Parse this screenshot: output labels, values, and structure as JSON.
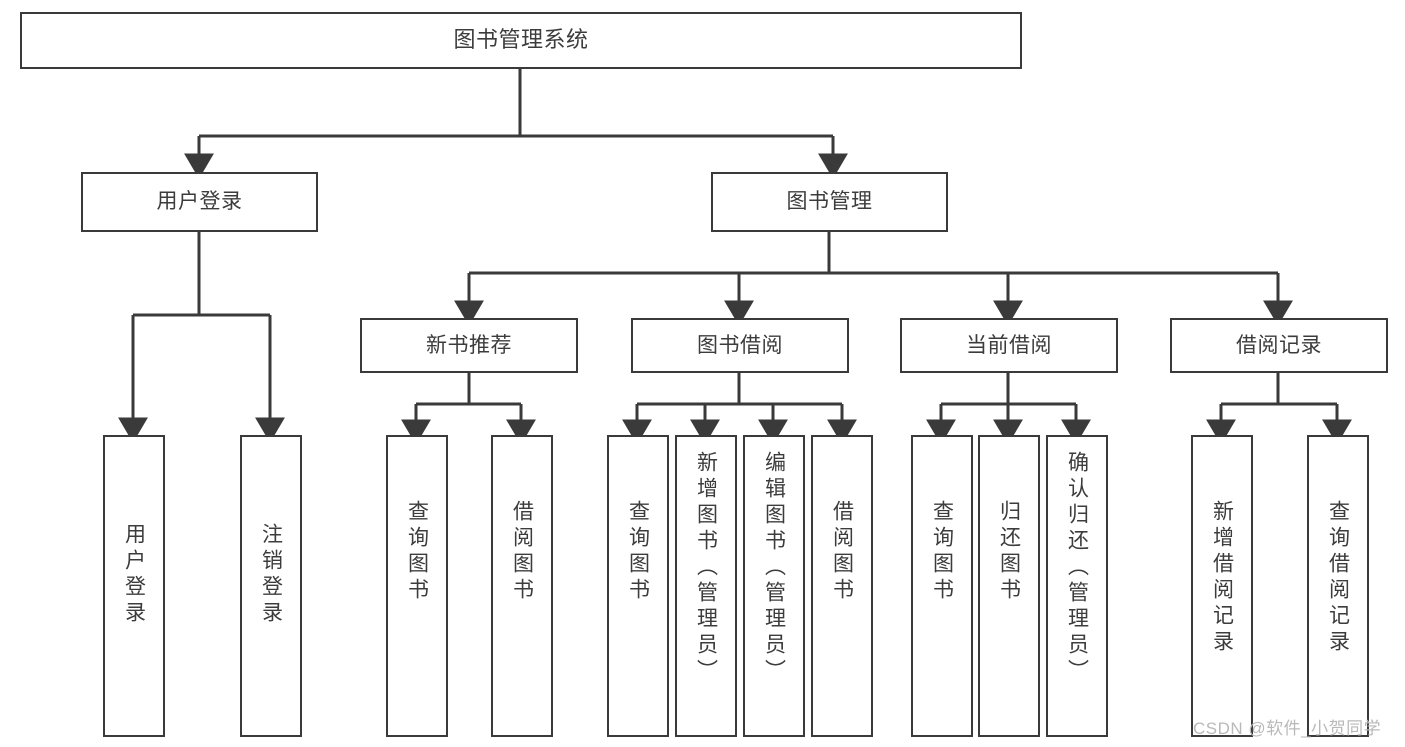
{
  "diagram": {
    "title": "图书管理系统",
    "type": "tree",
    "watermark": "CSDN @软件_小贺同学",
    "colors": {
      "stroke": "#3a3a3a",
      "text": "#3c3c3c",
      "background": "#ffffff",
      "watermark": "#b9b9b9"
    },
    "nodes": {
      "root": {
        "label": "图书管理系统"
      },
      "level1": [
        {
          "id": "user_login",
          "label": "用户登录"
        },
        {
          "id": "book_manage",
          "label": "图书管理"
        }
      ],
      "level2": [
        {
          "id": "new_book_rec",
          "label": "新书推荐",
          "parent": "book_manage"
        },
        {
          "id": "book_borrow",
          "label": "图书借阅",
          "parent": "book_manage"
        },
        {
          "id": "current_borrow",
          "label": "当前借阅",
          "parent": "book_manage"
        },
        {
          "id": "borrow_record",
          "label": "借阅记录",
          "parent": "book_manage"
        }
      ],
      "leaves": [
        {
          "id": "leaf_user_login",
          "label": "用户登录",
          "parent": "user_login"
        },
        {
          "id": "leaf_user_logout",
          "label": "注销登录",
          "parent": "user_login"
        },
        {
          "id": "leaf_query_book_1",
          "label": "查询图书",
          "parent": "new_book_rec"
        },
        {
          "id": "leaf_borrow_book_1",
          "label": "借阅图书",
          "parent": "new_book_rec"
        },
        {
          "id": "leaf_query_book_2",
          "label": "查询图书",
          "parent": "book_borrow"
        },
        {
          "id": "leaf_add_book",
          "label": "新增图书（管理员）",
          "parent": "book_borrow"
        },
        {
          "id": "leaf_edit_book",
          "label": "编辑图书（管理员）",
          "parent": "book_borrow"
        },
        {
          "id": "leaf_borrow_book_2",
          "label": "借阅图书",
          "parent": "book_borrow"
        },
        {
          "id": "leaf_query_book_3",
          "label": "查询图书",
          "parent": "current_borrow"
        },
        {
          "id": "leaf_return_book",
          "label": "归还图书",
          "parent": "current_borrow"
        },
        {
          "id": "leaf_confirm_return",
          "label": "确认归还（管理员）",
          "parent": "current_borrow"
        },
        {
          "id": "leaf_add_record",
          "label": "新增借阅记录",
          "parent": "borrow_record"
        },
        {
          "id": "leaf_query_record",
          "label": "查询借阅记录",
          "parent": "borrow_record"
        }
      ]
    }
  }
}
